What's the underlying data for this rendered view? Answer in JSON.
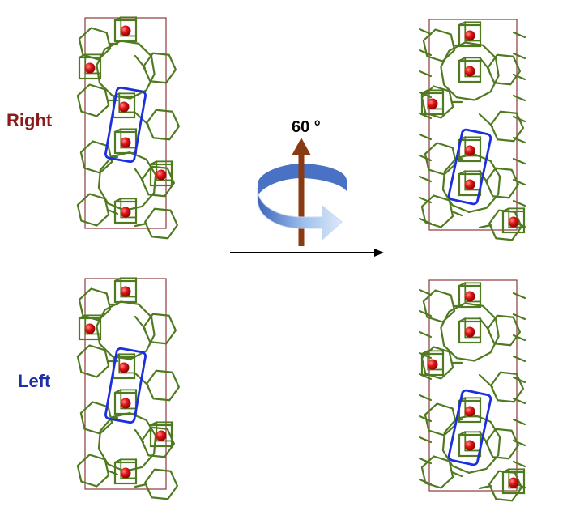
{
  "labels": {
    "right": "Right",
    "left": "Left",
    "rotation": "60 °"
  },
  "colors": {
    "right_label": "#8b1a1a",
    "left_label": "#1f2fa8",
    "framework": "#4f7a1f",
    "atom": "#d61212",
    "cell": "#8b3a3a",
    "highlight": "#1c2fe0",
    "arrow_shaft": "#8a3a12",
    "rotation_band": "#7fa7e0"
  },
  "panels": [
    {
      "name": "top-left-structure",
      "rotated": false
    },
    {
      "name": "bottom-left-structure",
      "rotated": false
    },
    {
      "name": "top-right-structure",
      "rotated": true
    },
    {
      "name": "bottom-right-structure",
      "rotated": true
    }
  ]
}
